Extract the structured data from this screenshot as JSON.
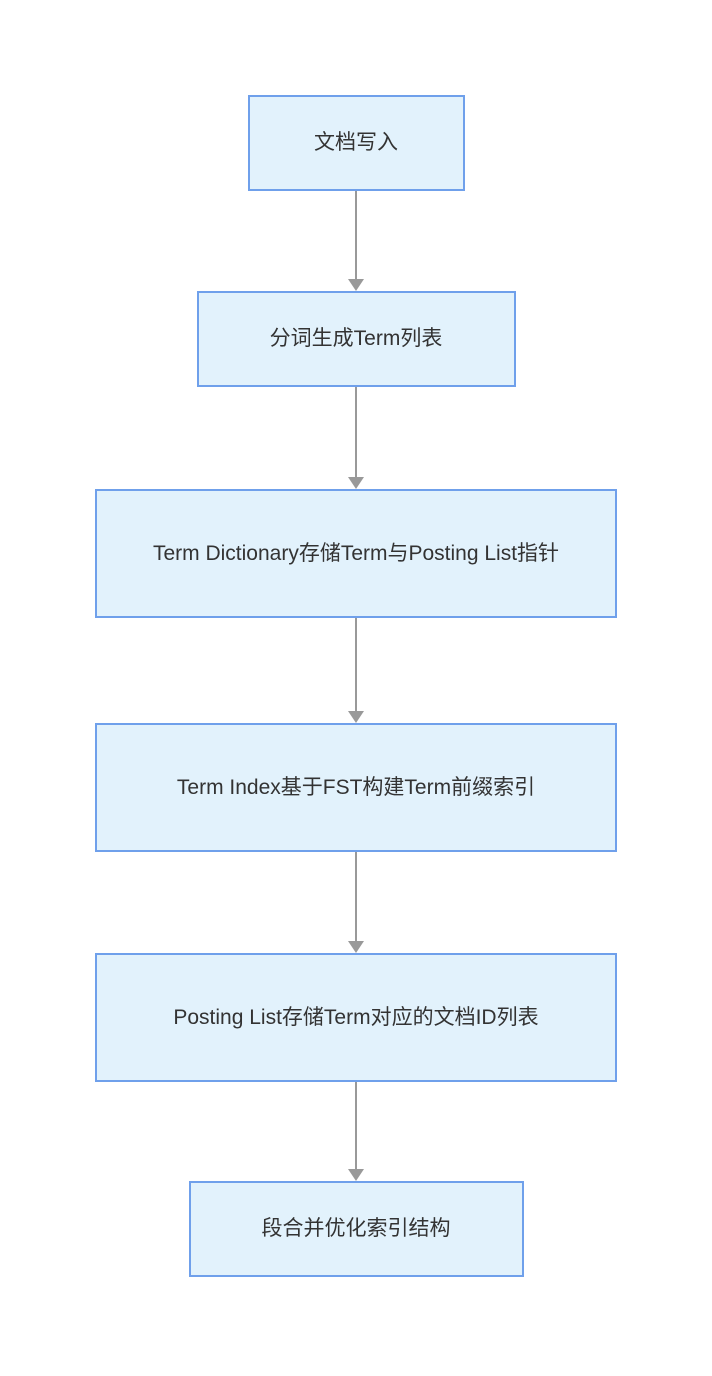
{
  "diagram": {
    "type": "flowchart",
    "direction": "top-down",
    "nodes": [
      {
        "id": "n1",
        "label": "文档写入"
      },
      {
        "id": "n2",
        "label": "分词生成Term列表"
      },
      {
        "id": "n3",
        "label": "Term Dictionary存储Term与Posting List指针"
      },
      {
        "id": "n4",
        "label": "Term Index基于FST构建Term前缀索引"
      },
      {
        "id": "n5",
        "label": "Posting List存储Term对应的文档ID列表"
      },
      {
        "id": "n6",
        "label": "段合并优化索引结构"
      }
    ],
    "edges": [
      {
        "from": "n1",
        "to": "n2",
        "label": ""
      },
      {
        "from": "n2",
        "to": "n3",
        "label": ""
      },
      {
        "from": "n3",
        "to": "n4",
        "label": ""
      },
      {
        "from": "n4",
        "to": "n5",
        "label": ""
      },
      {
        "from": "n5",
        "to": "n6",
        "label": ""
      }
    ],
    "colors": {
      "background": "#ffffff",
      "node_fill": "#e2f2fc",
      "node_border": "#6fa0eb",
      "arrow": "#999999",
      "text": "#333333"
    }
  }
}
